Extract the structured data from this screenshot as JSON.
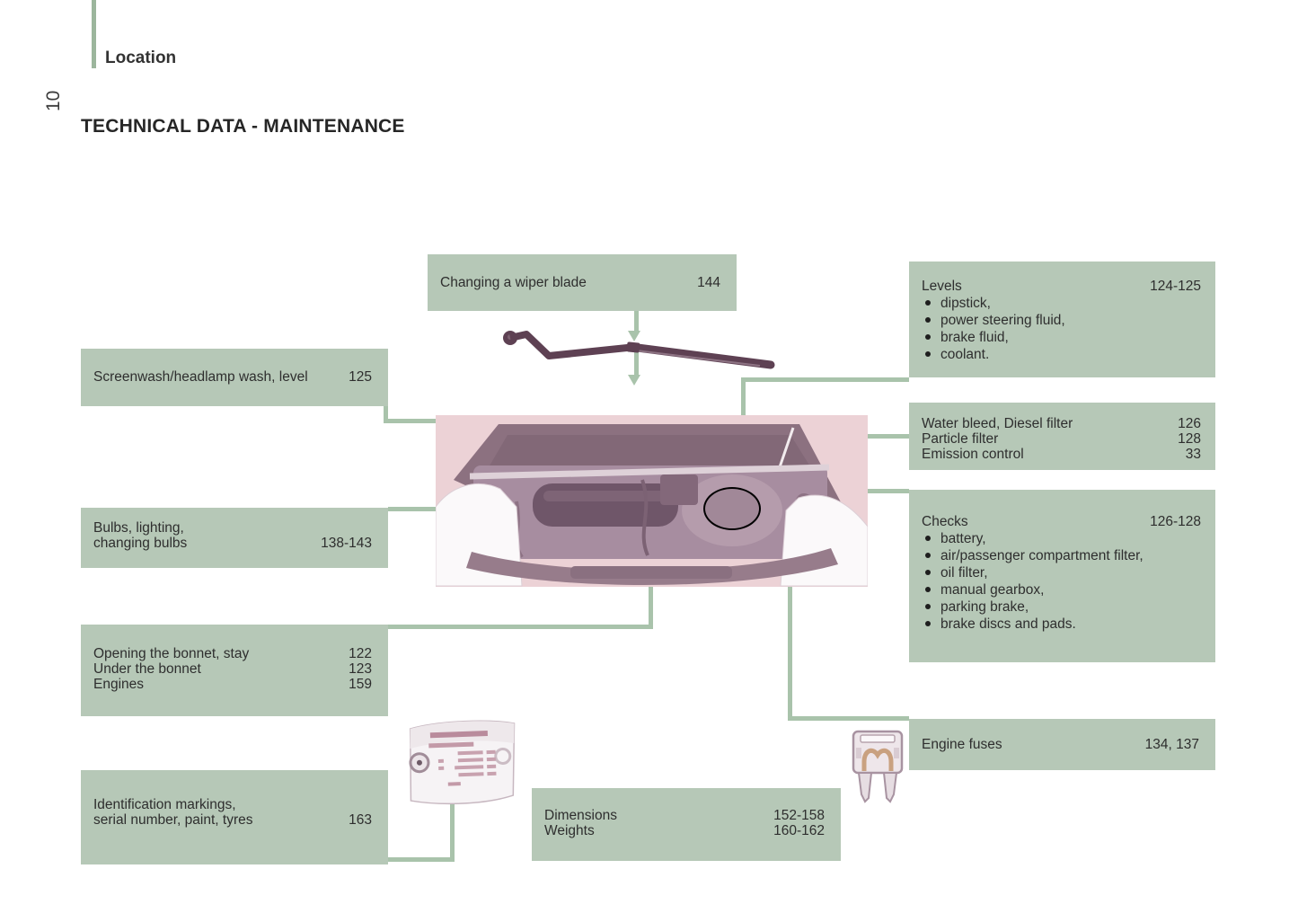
{
  "page": {
    "number": "10",
    "section_label": "Location",
    "title": "TECHNICAL DATA - MAINTENANCE"
  },
  "colors": {
    "box_green": "#b6c8b7",
    "connector_green": "#a9c3ab",
    "accent_bar_green": "#9cb69d",
    "text": "#2e2e2e",
    "image_background_pink": "#ecd2d6",
    "engine_mauve": "#9b8190",
    "wiper_dark": "#5e4153",
    "fuse_filament_tan": "#c9a180"
  },
  "boxes": {
    "wiper": {
      "label": "Changing a wiper blade",
      "pages": "144"
    },
    "levels": {
      "label": "Levels",
      "pages": "124-125",
      "bullets": [
        "dipstick,",
        "power steering fluid,",
        "brake fluid,",
        "coolant."
      ]
    },
    "screenwash": {
      "label": "Screenwash/headlamp wash, level",
      "pages": "125"
    },
    "water_bleed": {
      "rows": [
        {
          "label": "Water bleed, Diesel filter",
          "pages": "126"
        },
        {
          "label": "Particle filter",
          "pages": "128"
        },
        {
          "label": "Emission control",
          "pages": "33"
        }
      ]
    },
    "bulbs": {
      "label_line1": "Bulbs, lighting,",
      "label_line2": "changing bulbs",
      "pages": "138-143"
    },
    "checks": {
      "label": "Checks",
      "pages": "126-128",
      "bullets": [
        "battery,",
        "air/passenger compartment filter,",
        "oil filter,",
        "manual gearbox,",
        "parking brake,",
        "brake discs and pads."
      ]
    },
    "bonnet": {
      "rows": [
        {
          "label": "Opening the bonnet, stay",
          "pages": "122"
        },
        {
          "label": "Under the bonnet",
          "pages": "123"
        },
        {
          "label": "Engines",
          "pages": "159"
        }
      ]
    },
    "engine_fuses": {
      "label": "Engine fuses",
      "pages": "134, 137"
    },
    "identification": {
      "label_line1": "Identification markings,",
      "label_line2": "serial number, paint, tyres",
      "pages": "163"
    },
    "dimensions": {
      "rows": [
        {
          "label": "Dimensions",
          "pages": "152-158"
        },
        {
          "label": "Weights",
          "pages": "160-162"
        }
      ]
    }
  },
  "illustrations": {
    "engine_bay": "engine-bay-front-view",
    "wiper_arm": "wiper-arm-and-blade",
    "vin_plate": "manufacturer-identification-plate",
    "fuse": "mini-blade-fuse"
  }
}
